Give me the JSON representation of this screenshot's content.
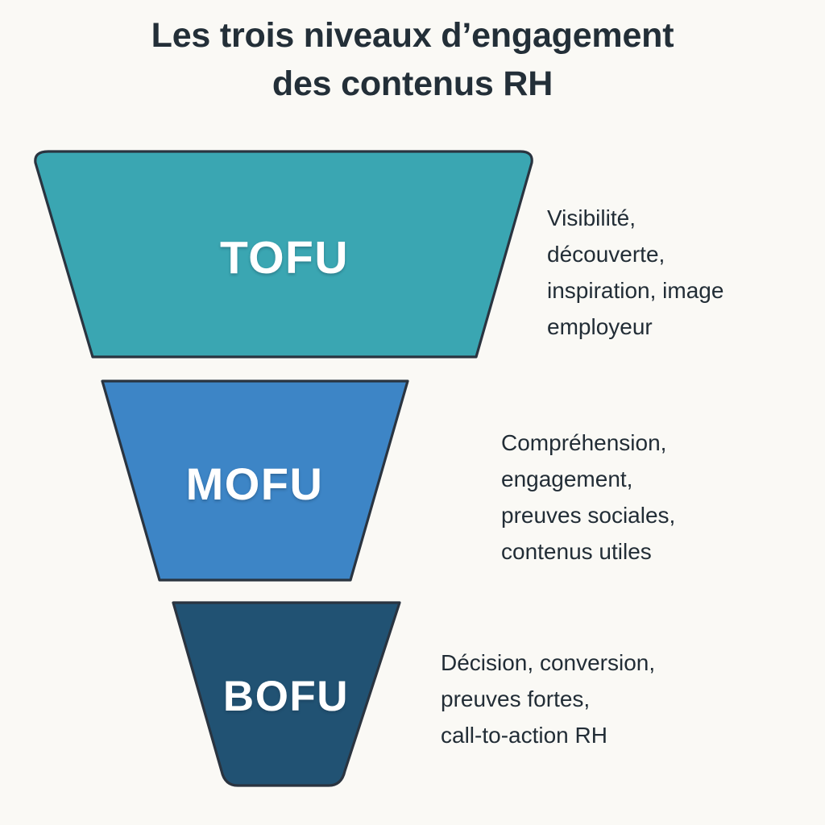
{
  "title": {
    "line1": "Les trois niveaux d’engagement",
    "line2": "des contenus RH"
  },
  "colors": {
    "background": "#faf9f5",
    "title_text": "#232f38",
    "body_text": "#222d36",
    "outline": "#2a3440",
    "tofu_fill": "#3aa6b2",
    "mofu_fill": "#3d85c6",
    "bofu_fill": "#215273",
    "label_text": "#ffffff"
  },
  "funnel": {
    "stages": [
      {
        "id": "tofu",
        "label": "TOFU",
        "fill": "#3aa6b2",
        "description": "Visibilité,\ndécouverte,\ninspiration, image\nemployeur",
        "description_lines": [
          "Visibilité,",
          "découverte,",
          "inspiration, image",
          "employeur"
        ]
      },
      {
        "id": "mofu",
        "label": "MOFU",
        "fill": "#3d85c6",
        "description": "Compréhension,\nengagement,\npreuves sociales,\ncontenus utiles",
        "description_lines": [
          "Compréhension,",
          "engagement,",
          "preuves sociales,",
          "contenus utiles"
        ]
      },
      {
        "id": "bofu",
        "label": "BOFU",
        "fill": "#215273",
        "description": "Décision, conversion,\npreuves fortes,\ncall-to-action RH",
        "description_lines": [
          "Décision, conversion,",
          "preuves fortes,",
          "call-to-action RH"
        ]
      }
    ]
  }
}
